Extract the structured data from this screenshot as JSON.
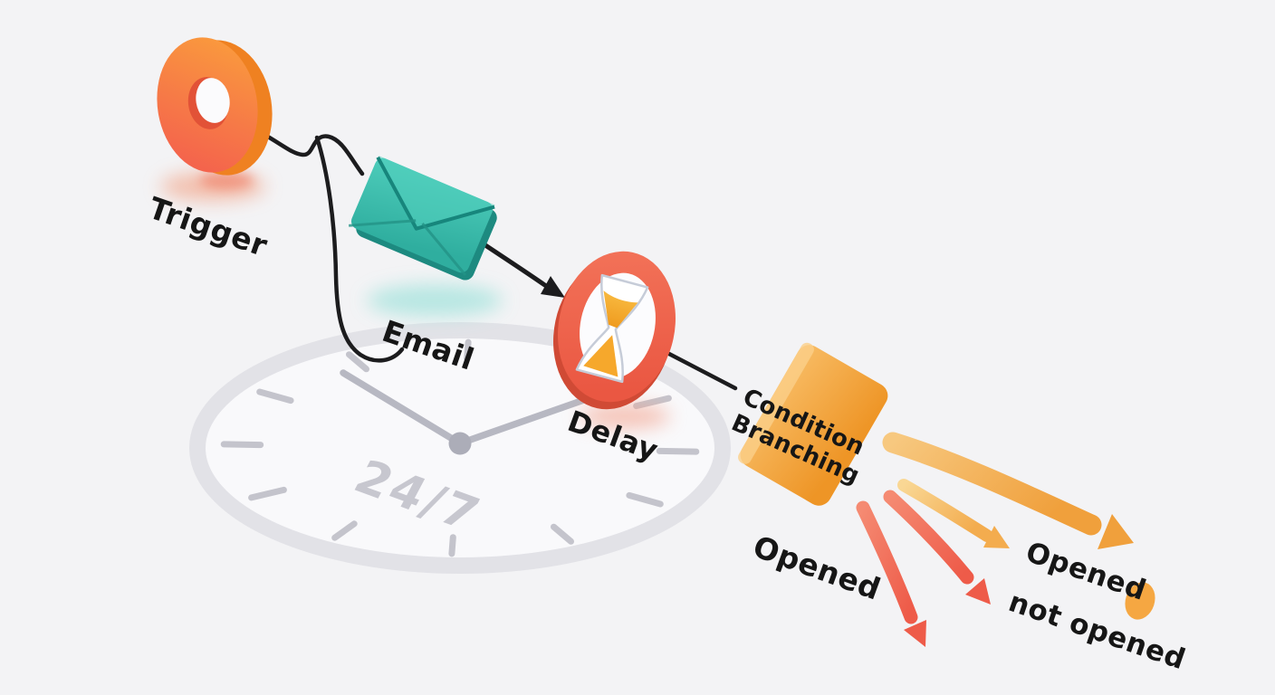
{
  "labels": {
    "trigger": "Trigger",
    "email": "Email",
    "delay": "Delay",
    "condition_line1": "Condition",
    "condition_line2": "Branching",
    "opened": "Opened",
    "outcome_opened": "Opened",
    "outcome_not_opened": "not opened",
    "always_on": "24/7"
  },
  "nodes": [
    {
      "id": "trigger",
      "label": "Trigger",
      "icon": "donut-ring",
      "color": "#f5804a"
    },
    {
      "id": "email",
      "label": "Email",
      "icon": "envelope",
      "color": "#3cbfae"
    },
    {
      "id": "delay",
      "label": "Delay",
      "icon": "hourglass-ring",
      "color": "#ee5f48"
    },
    {
      "id": "condition",
      "label": "Condition Branching",
      "icon": "card",
      "color": "#f3a440"
    }
  ],
  "branch_arrows": [
    {
      "name": "opened-long-curve",
      "color": "#f0a03c"
    },
    {
      "name": "opened-short",
      "color": "#f3ac4e"
    },
    {
      "name": "not-opened-1",
      "color": "#ee5b49"
    },
    {
      "name": "not-opened-2",
      "color": "#ee5b49"
    }
  ],
  "colors": {
    "background": "#f3f3f5",
    "connector_black": "#1c1c1e",
    "clock_ring_gray": "#e2e2e7",
    "clock_hand_gray": "#b7b8c2",
    "branch_orange": "#f0a03c",
    "branch_red": "#ee5b49",
    "dot_orange": "#f5a742",
    "sand_orange": "#f5a42a"
  }
}
